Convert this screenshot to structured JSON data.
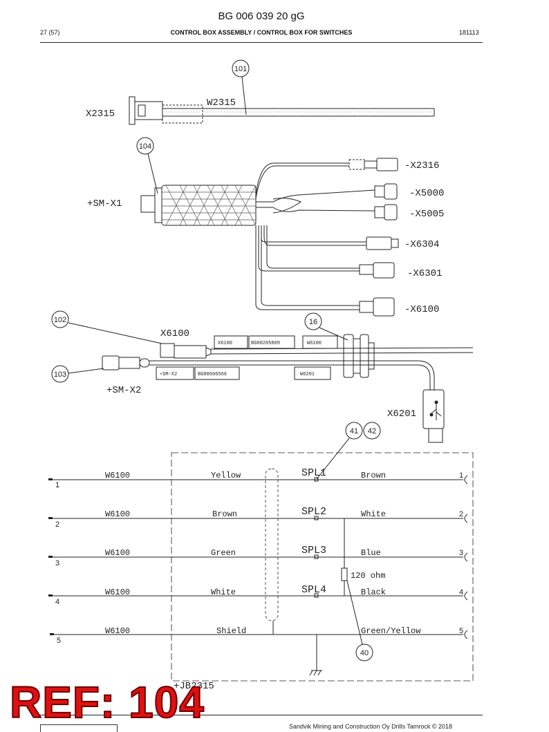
{
  "header": {
    "doc_id": "BG 006 039 20 gG",
    "page": "27 (57)",
    "title": "CONTROL BOX ASSEMBLY / CONTROL BOX FOR SWITCHES",
    "date": "181113"
  },
  "callouts": {
    "c101": "101",
    "c104": "104",
    "c102": "102",
    "c103": "103",
    "c16": "16",
    "c41": "41",
    "c42": "42",
    "c40": "40"
  },
  "labels": {
    "x2315": "X2315",
    "w2315": "W2315",
    "sm_x1": "+SM-X1",
    "x2316": "-X2316",
    "x5000": "-X5000",
    "x5005": "-X5005",
    "x6304": "-X6304",
    "x6301": "-X6301",
    "x6100_r": "-X6100",
    "x6100": "X6100",
    "sm_x2": "+SM-X2",
    "x6201": "X6201",
    "jb2315": "+JB2315",
    "resistor": "120 ohm"
  },
  "tags": {
    "t1": "X6100",
    "t2": "BG00205809",
    "t3": "W6100",
    "t4": "+SM-X2",
    "t5": "BG00606566",
    "t6": "W6201"
  },
  "wires": [
    {
      "num": "1",
      "cable": "W6100",
      "left": "Yellow",
      "splice": "SPL1",
      "right": "Brown",
      "pin": "1"
    },
    {
      "num": "2",
      "cable": "W6100",
      "left": "Brown",
      "splice": "SPL2",
      "right": "White",
      "pin": "2"
    },
    {
      "num": "3",
      "cable": "W6100",
      "left": "Green",
      "splice": "SPL3",
      "right": "Blue",
      "pin": "3"
    },
    {
      "num": "4",
      "cable": "W6100",
      "left": "White",
      "splice": "SPL4",
      "right": "Black",
      "pin": "4"
    },
    {
      "num": "5",
      "cable": "W6100",
      "left": "Shield",
      "splice": "",
      "right": "Green/Yellow",
      "pin": "5"
    }
  ],
  "stamp": "REF: 104",
  "footer": "Sandvik Mining and Construction Oy Drills Tamrock © 2018"
}
